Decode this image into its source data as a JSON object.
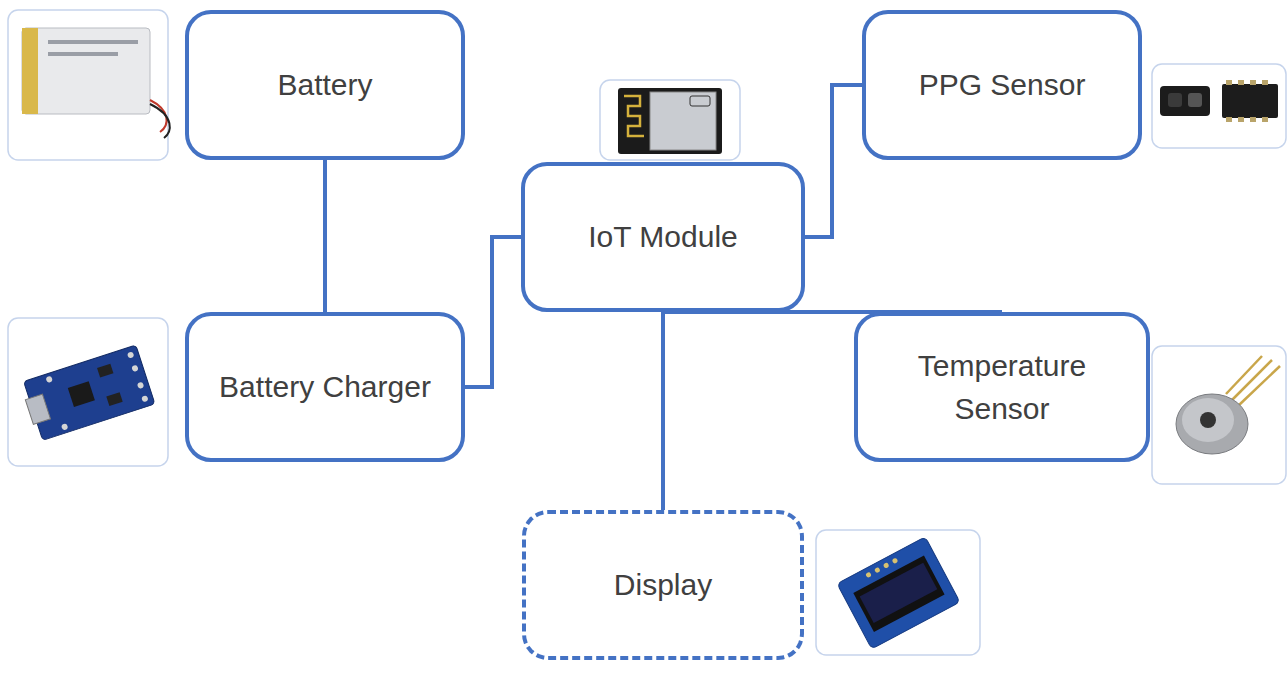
{
  "diagram": {
    "nodes": [
      {
        "text": [
          "Battery"
        ]
      },
      {
        "text": [
          "Battery Charger"
        ]
      },
      {
        "text": [
          "IoT Module"
        ]
      },
      {
        "text": [
          "PPG Sensor"
        ]
      },
      {
        "text": [
          "Temperature Sensor"
        ]
      },
      {
        "text": [
          "Display"
        ]
      }
    ],
    "edges": [
      {
        "from": 0,
        "to": 1,
        "arrow": "none"
      },
      {
        "from": 1,
        "to": 2,
        "arrow": "none"
      },
      {
        "from": 2,
        "to": 3,
        "arrow": "none"
      },
      {
        "from": 2,
        "to": 4,
        "arrow": "none"
      },
      {
        "from": 2,
        "to": 5,
        "arrow": "none"
      }
    ]
  }
}
